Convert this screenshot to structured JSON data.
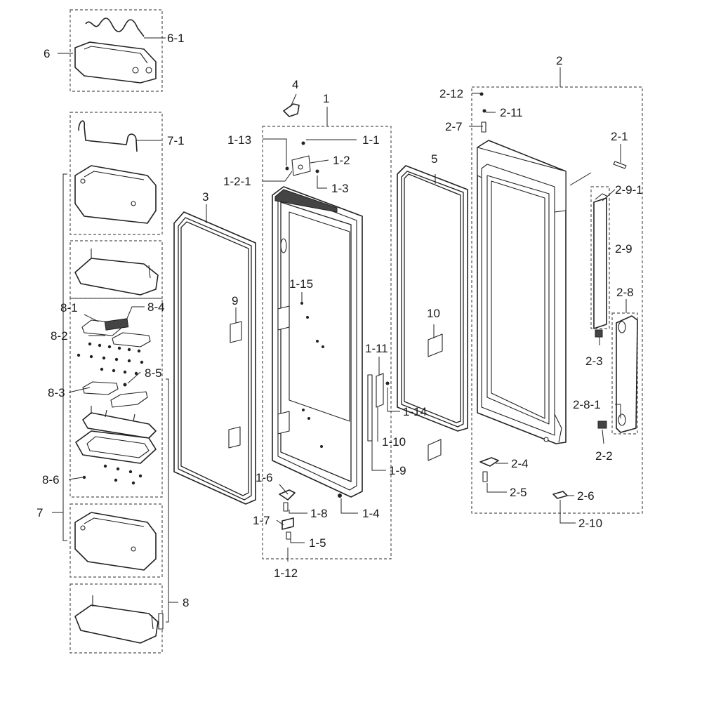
{
  "labels": {
    "l_6": "6",
    "l_6_1": "6-1",
    "l_7_1": "7-1",
    "l_7": "7",
    "l_8_1": "8-1",
    "l_8_4": "8-4",
    "l_8_2": "8-2",
    "l_8_5": "8-5",
    "l_8_3": "8-3",
    "l_8_6": "8-6",
    "l_8": "8",
    "l_3": "3",
    "l_9": "9",
    "l_4": "4",
    "l_1": "1",
    "l_1_13": "1-13",
    "l_1_1": "1-1",
    "l_1_2": "1-2",
    "l_1_2_1": "1-2-1",
    "l_1_3": "1-3",
    "l_1_15": "1-15",
    "l_1_11": "1-11",
    "l_1_14": "1-14",
    "l_1_10": "1-10",
    "l_1_9": "1-9",
    "l_1_6": "1-6",
    "l_1_8": "1-8",
    "l_1_7": "1-7",
    "l_1_4": "1-4",
    "l_1_5": "1-5",
    "l_1_12": "1-12",
    "l_5": "5",
    "l_10": "10",
    "l_2": "2",
    "l_2_12": "2-12",
    "l_2_11": "2-11",
    "l_2_7": "2-7",
    "l_2_1": "2-1",
    "l_2_9_1": "2-9-1",
    "l_2_9": "2-9",
    "l_2_8": "2-8",
    "l_2_3": "2-3",
    "l_2_8_1": "2-8-1",
    "l_2_2": "2-2",
    "l_2_4": "2-4",
    "l_2_5": "2-5",
    "l_2_6": "2-6",
    "l_2_10": "2-10"
  }
}
